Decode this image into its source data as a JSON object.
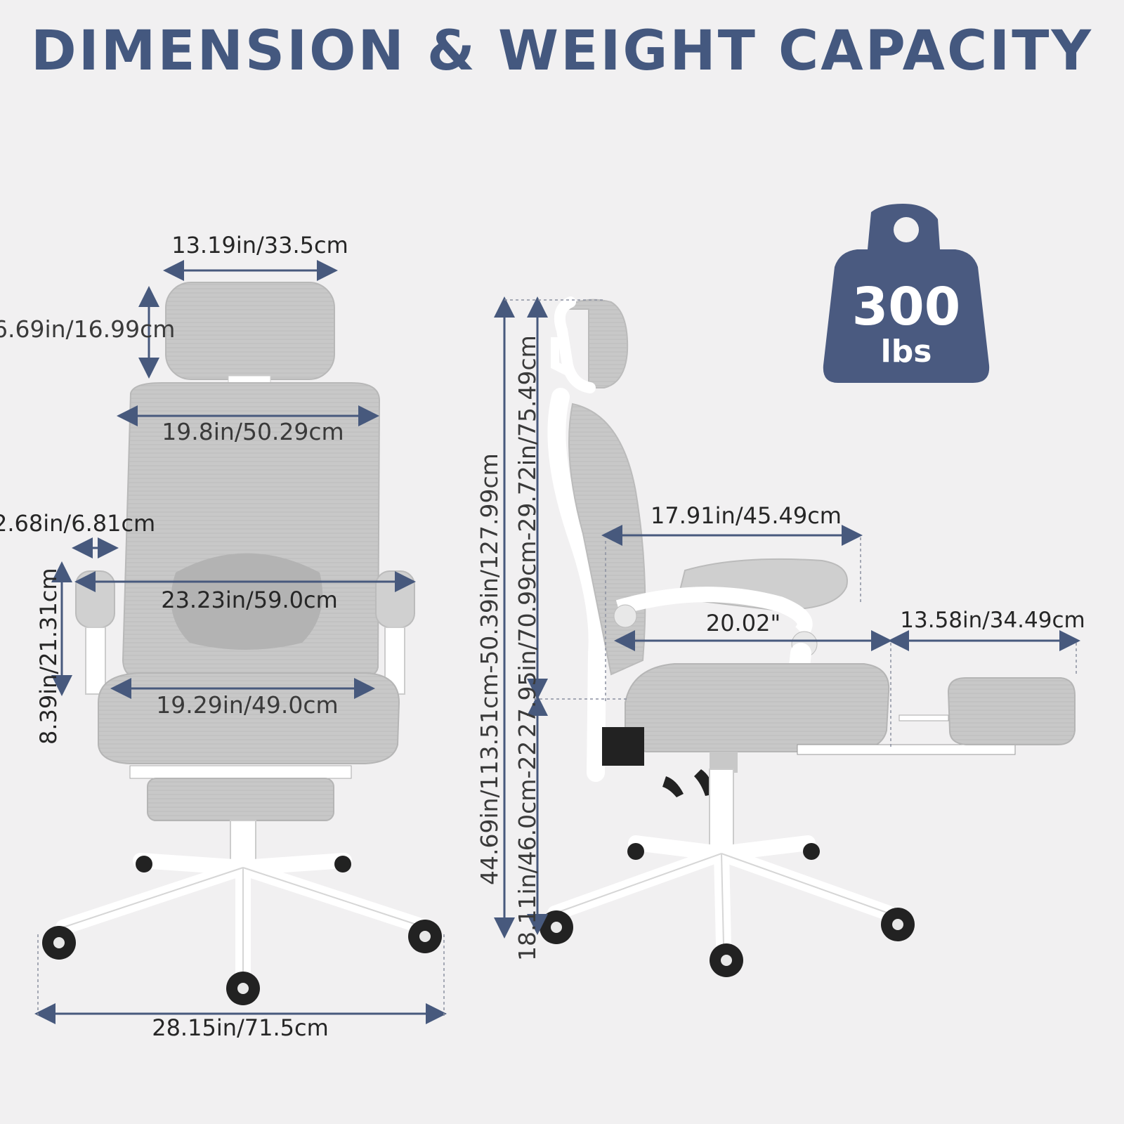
{
  "title": "DIMENSION & WEIGHT CAPACITY",
  "weight": {
    "value": "300",
    "unit": "lbs",
    "color": "#4a5a80"
  },
  "front_dimensions": {
    "headrest_width": "13.19in/33.5cm",
    "headrest_height": "6.69in/16.99cm",
    "backrest_width": "19.8in/50.29cm",
    "armrest_width": "2.68in/6.81cm",
    "armrest_height": "8.39in/21.31cm",
    "armrest_span": "23.23in/59.0cm",
    "seat_width": "19.29in/49.0cm",
    "base_width": "28.15in/71.5cm"
  },
  "side_dimensions": {
    "total_height": "44.69in/113.51cm-50.39in/127.99cm",
    "back_height": "27.95in/70.99cm-29.72in/75.49cm",
    "seat_height": "18.11in/46.0cm-22",
    "arm_depth": "17.91in/45.49cm",
    "seat_depth": "20.02\"",
    "footrest_extension": "13.58in/34.49cm"
  },
  "colors": {
    "accent": "#44587f",
    "background": "#f1f0f1"
  }
}
